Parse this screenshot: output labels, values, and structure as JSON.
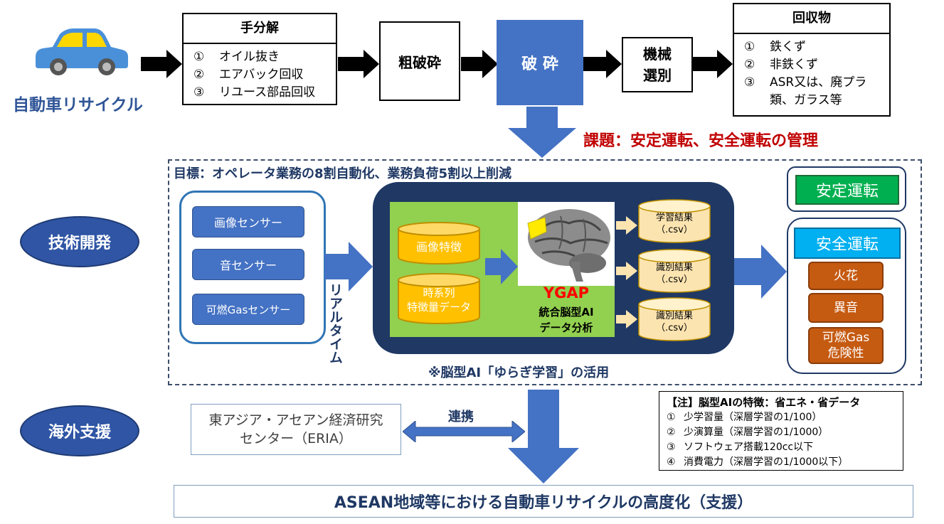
{
  "header": {
    "car_label": "自動車リサイクル",
    "manual": {
      "title": "手分解",
      "items": [
        {
          "num": "①",
          "text": "オイル抜き"
        },
        {
          "num": "②",
          "text": "エアバック回収"
        },
        {
          "num": "③",
          "text": "リユース部品回収"
        }
      ]
    },
    "coarse_crush": "粗破砕",
    "crush": "破 砕",
    "machine_sort": [
      "機械",
      "選別"
    ],
    "recovered": {
      "title": "回収物",
      "items": [
        {
          "num": "①",
          "text": "鉄くず"
        },
        {
          "num": "②",
          "text": "非鉄くず"
        },
        {
          "num": "③",
          "text": "ASR又は、廃プラ"
        },
        {
          "num": "",
          "text": "類、ガラス等"
        }
      ]
    }
  },
  "issue": "課題：安定運転、安全運転の管理",
  "goal": "目標：オペレータ業務の8割自動化、業務負荷5割以上削減",
  "tech_dev_label": "技術開発",
  "sensors": [
    "画像センサー",
    "音センサー",
    "可燃Gasセンサー"
  ],
  "realtime_label": "リアルタイム",
  "features": {
    "image": "画像特徴",
    "timeseries": [
      "時系列",
      "特徴量データ"
    ]
  },
  "ygap": {
    "name": "YGAP",
    "line1": "統合脳型AI",
    "line2": "データ分析"
  },
  "results": [
    {
      "l1": "学習結果",
      "l2": "（.csv）"
    },
    {
      "l1": "識別結果",
      "l2": "（.csv）"
    },
    {
      "l1": "識別結果",
      "l2": "（.csv）"
    }
  ],
  "stable_op": "安定運転",
  "safe_op": {
    "title": "安全運転",
    "items": [
      [
        "火花"
      ],
      [
        "異音"
      ],
      [
        "可燃Gas",
        "危険性"
      ]
    ]
  },
  "brain_ai_note": "※脳型AI「ゆらぎ学習」の活用",
  "overseas_label": "海外支援",
  "eria": [
    "東アジア・アセアン経済研究",
    "センター（ERIA）"
  ],
  "cooperation": "連携",
  "note": {
    "title": "【注】脳型AIの特徴：省エネ・省データ",
    "items": [
      {
        "num": "①",
        "text": "少学習量（深層学習の1/100）"
      },
      {
        "num": "②",
        "text": "少演算量（深層学習の1/1000）"
      },
      {
        "num": "③",
        "text": "ソフトウェア搭載120cc以下"
      },
      {
        "num": "④",
        "text": "消費電力（深層学習の1/1000以下）"
      }
    ]
  },
  "bottom_banner": "ASEAN地域等における自動車リサイクルの高度化（支援）",
  "colors": {
    "dark_blue": "#1f3864",
    "mid_blue": "#4472c4",
    "light_green": "#92d050",
    "orange": "#c55a11",
    "cyan": "#00b0f0",
    "green": "#00b050",
    "red_text": "#c00000",
    "yellow": "#ffc000"
  }
}
